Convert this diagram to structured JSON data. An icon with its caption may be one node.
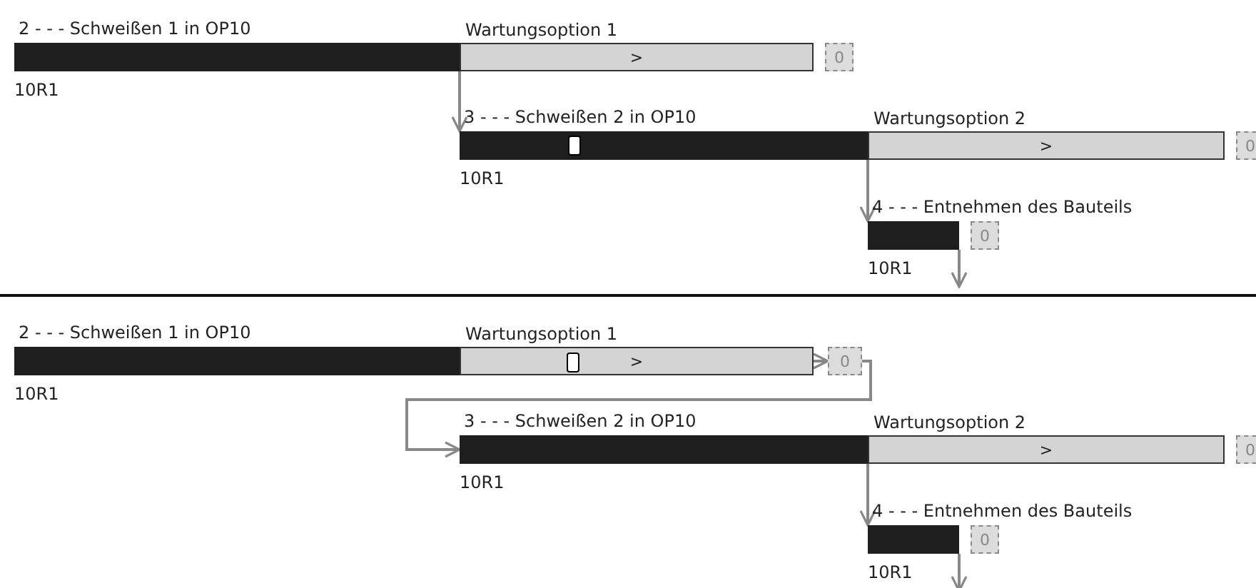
{
  "diagram": {
    "nodes": [
      {
        "text": [
          "2 - - - Schweißen 1 in OP10"
        ],
        "beside": [
          "10R1"
        ]
      },
      {
        "text": [
          "Wartungsoption 1",
          ">"
        ]
      },
      {
        "text": [
          "0"
        ]
      },
      {
        "text": [
          "3 - - - Schweißen 2 in OP10"
        ],
        "beside": [
          "10R1"
        ]
      },
      {
        "text": [
          "Wartungsoption 2",
          ">"
        ]
      },
      {
        "text": [
          "0"
        ]
      },
      {
        "text": [
          "4 - - - Entnehmen des Bauteils"
        ],
        "beside": [
          "10R1"
        ]
      },
      {
        "text": [
          "0"
        ]
      },
      {
        "text": [
          "2 - - - Schweißen 1 in OP10"
        ],
        "beside": [
          "10R1"
        ]
      },
      {
        "text": [
          "Wartungsoption 1",
          ">"
        ]
      },
      {
        "text": [
          "0"
        ]
      },
      {
        "text": [
          "3 - - - Schweißen 2 in OP10"
        ],
        "beside": [
          "10R1"
        ]
      },
      {
        "text": [
          "Wartungsoption 2",
          ">"
        ]
      },
      {
        "text": [
          "0"
        ]
      },
      {
        "text": [
          "4 - - - Entnehmen des Bauteils"
        ],
        "beside": [
          "10R1"
        ]
      },
      {
        "text": [
          "0"
        ]
      }
    ],
    "edges": [
      {
        "from": 1,
        "to": 3,
        "arrow": "to"
      },
      {
        "from": 4,
        "to": 6,
        "arrow": "to"
      },
      {
        "from": 6,
        "to": null,
        "arrow": "to"
      },
      {
        "from": 9,
        "to": 10,
        "arrow": "to"
      },
      {
        "from": 10,
        "to": 11,
        "arrow": "to"
      },
      {
        "from": 12,
        "to": 14,
        "arrow": "to"
      },
      {
        "from": 14,
        "to": null,
        "arrow": "to"
      }
    ]
  }
}
